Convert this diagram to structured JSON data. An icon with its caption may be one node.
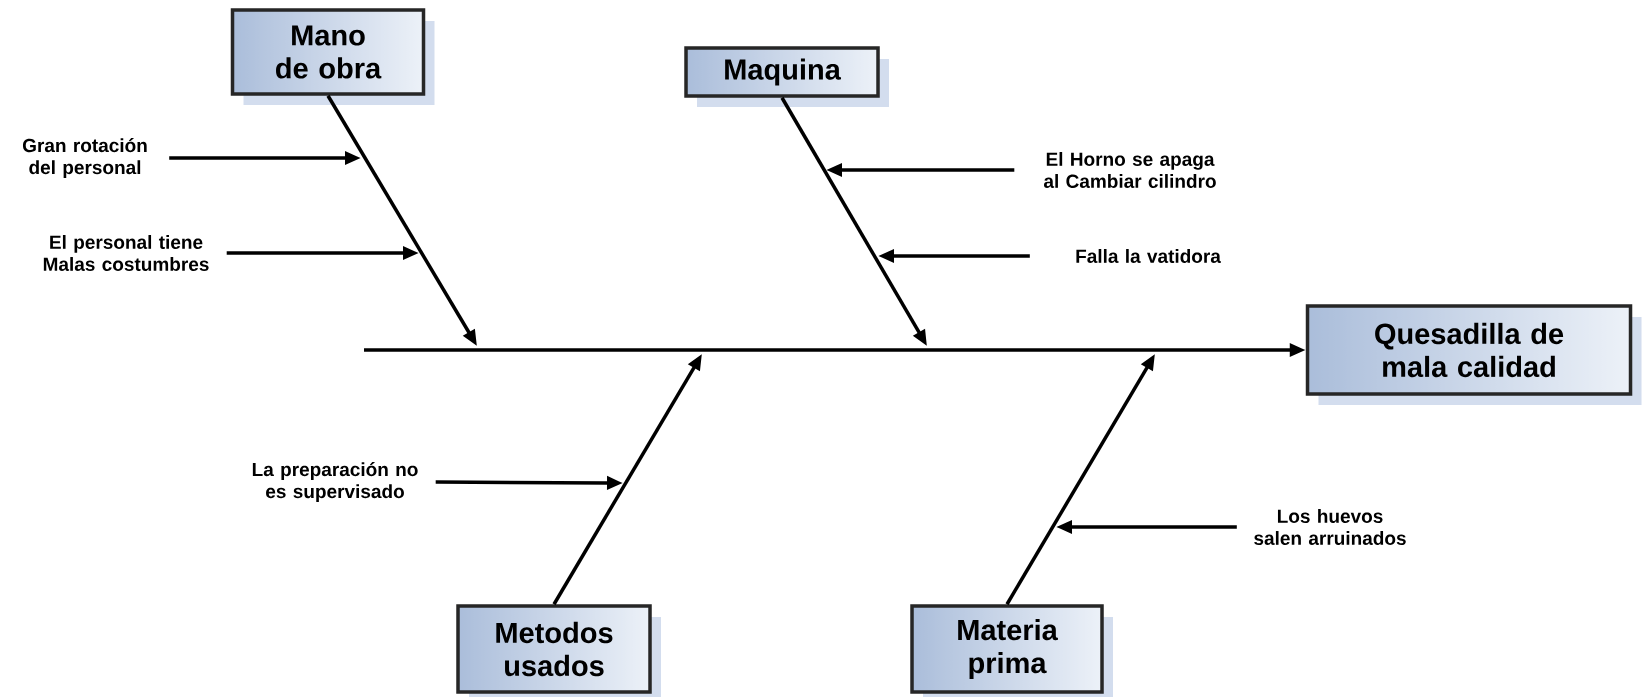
{
  "diagram": {
    "nodes": [
      {
        "text": [
          "Mano de obra"
        ]
      },
      {
        "text": [
          "Maquina"
        ]
      },
      {
        "text": [
          "Quesadilla de mala calidad"
        ]
      },
      {
        "text": [
          "Metodos usados"
        ]
      },
      {
        "text": [
          "Materia prima"
        ]
      },
      {
        "text": [
          "Gran rotación del personal"
        ]
      },
      {
        "text": [
          "El personal tiene Malas costumbres"
        ]
      },
      {
        "text": [
          "El Horno se apaga al Cambiar cilindro"
        ]
      },
      {
        "text": [
          "Falla la vatidora"
        ]
      },
      {
        "text": [
          "La preparación no es supervisado"
        ]
      },
      {
        "text": [
          "Los huevos salen arruinados"
        ]
      }
    ],
    "edges": [
      {
        "from": null,
        "to": 2,
        "arrow": "to"
      },
      {
        "from": 0,
        "to": null,
        "arrow": "to"
      },
      {
        "from": 1,
        "to": null,
        "arrow": "to"
      },
      {
        "from": 3,
        "to": null,
        "arrow": "to"
      },
      {
        "from": 4,
        "to": null,
        "arrow": "to"
      },
      {
        "from": 5,
        "to": null,
        "arrow": "to"
      },
      {
        "from": 6,
        "to": null,
        "arrow": "to"
      },
      {
        "from": 7,
        "to": null,
        "arrow": "to"
      },
      {
        "from": 8,
        "to": null,
        "arrow": "to"
      },
      {
        "from": 9,
        "to": null,
        "arrow": "to"
      },
      {
        "from": 10,
        "to": null,
        "arrow": "to"
      }
    ]
  }
}
